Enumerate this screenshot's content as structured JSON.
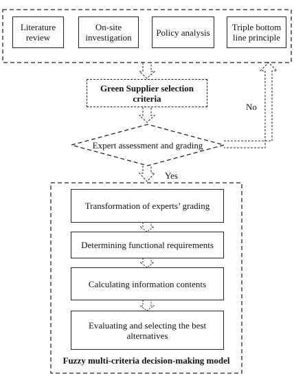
{
  "sources": [
    {
      "label": "Literature review"
    },
    {
      "label": "On-site investigation"
    },
    {
      "label": "Policy analysis"
    },
    {
      "label": "Triple bottom line principle"
    }
  ],
  "criteria_box": {
    "label": "Green Supplier selection criteria"
  },
  "decision": {
    "label": "Expert assessment and grading"
  },
  "edge_labels": {
    "no": "No",
    "yes": "Yes"
  },
  "model": {
    "title": "Fuzzy multi-criteria decision-making model",
    "steps": [
      {
        "label": "Transformation of experts’ grading"
      },
      {
        "label": "Determining functional requirements"
      },
      {
        "label": "Calculating information contents"
      },
      {
        "label": "Evaluating and selecting the best alternatives"
      }
    ]
  }
}
